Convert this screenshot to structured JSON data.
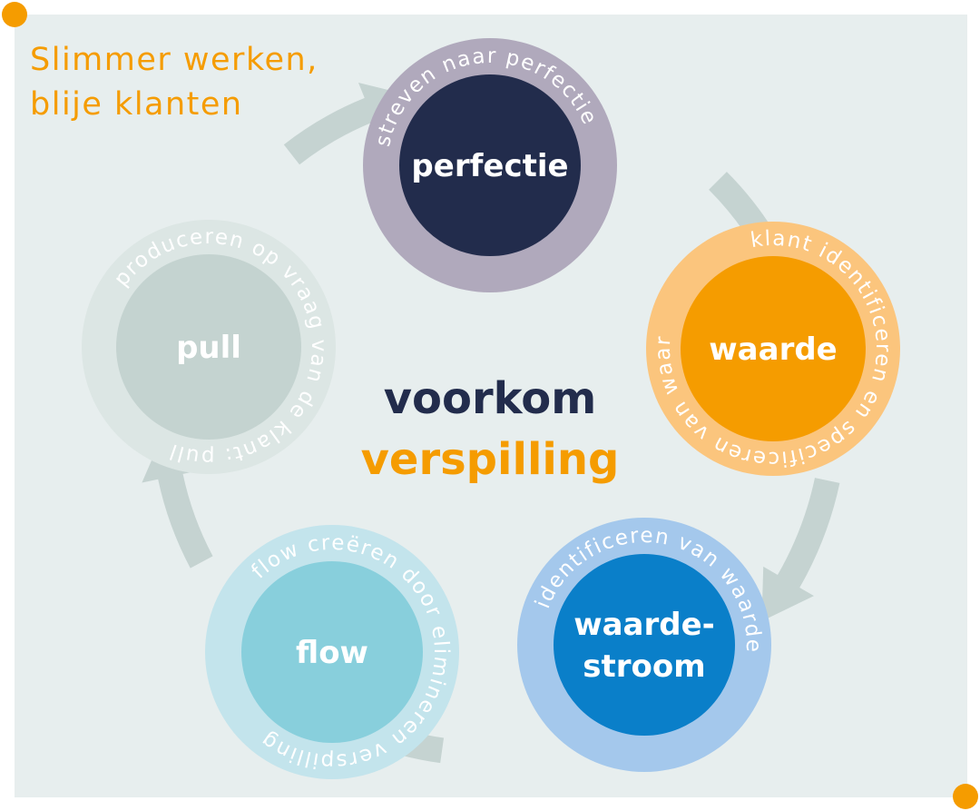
{
  "tagline": {
    "line1": "Slimmer werken,",
    "line2": "blije klanten"
  },
  "center": {
    "line1": "voorkom",
    "line2": "verspilling"
  },
  "stages": [
    {
      "label_lines": [
        "perfectie"
      ],
      "ring_text": "streven naar perfectie",
      "inner_color": "#222c4c",
      "ring_color": "#b0a9bc"
    },
    {
      "label_lines": [
        "waarde"
      ],
      "ring_text": "klant identificeren en specificeren van waarde",
      "inner_color": "#f59c00",
      "ring_color": "#fbc57d"
    },
    {
      "label_lines": [
        "waarde-",
        "stroom"
      ],
      "ring_text": "identificeren van waarde",
      "inner_color": "#0a7fc9",
      "ring_color": "#a4c8ec"
    },
    {
      "label_lines": [
        "flow"
      ],
      "ring_text": "flow creëren door elimineren verspilling",
      "inner_color": "#88cfdc",
      "ring_color": "#c3e4ec"
    },
    {
      "label_lines": [
        "pull"
      ],
      "ring_text": "produceren op vraag van de klant: pull",
      "inner_color": "#c4d3d0",
      "ring_color": "#dce6e4"
    }
  ],
  "colors": {
    "background": "#e7eeee",
    "accent": "#f59c00",
    "navy": "#222c4c",
    "arrow": "#c5d3d1",
    "label": "#ffffff",
    "ring_text": "#ffffff"
  }
}
